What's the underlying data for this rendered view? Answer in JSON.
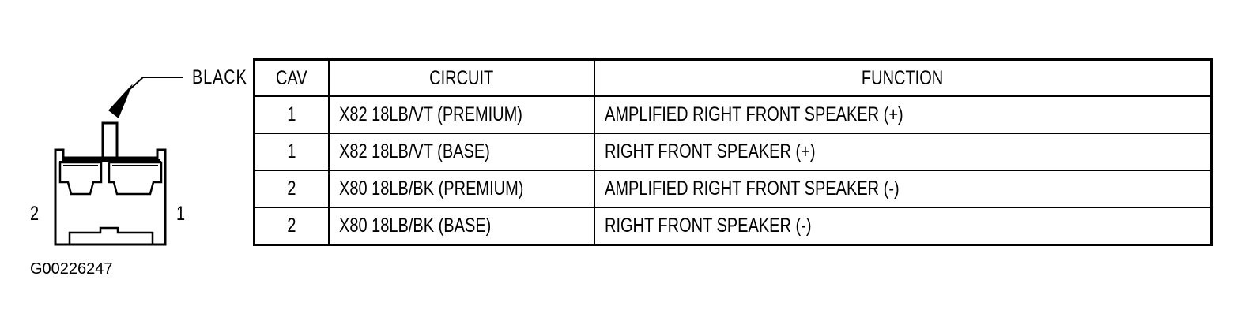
{
  "connector": {
    "color_label": "BLACK",
    "cavity_left": "2",
    "cavity_right": "1"
  },
  "figure_id": "G00226247",
  "table": {
    "headers": {
      "cav": "CAV",
      "circuit": "CIRCUIT",
      "function": "FUNCTION"
    },
    "rows": [
      {
        "cav": "1",
        "circuit": "X82 18LB/VT (PREMIUM)",
        "function": "AMPLIFIED RIGHT FRONT SPEAKER (+)"
      },
      {
        "cav": "1",
        "circuit": "X82 18LB/VT (BASE)",
        "function": "RIGHT FRONT SPEAKER (+)"
      },
      {
        "cav": "2",
        "circuit": "X80 18LB/BK (PREMIUM)",
        "function": "AMPLIFIED RIGHT FRONT SPEAKER (-)"
      },
      {
        "cav": "2",
        "circuit": "X80 18LB/BK (BASE)",
        "function": "RIGHT FRONT SPEAKER (-)"
      }
    ]
  }
}
